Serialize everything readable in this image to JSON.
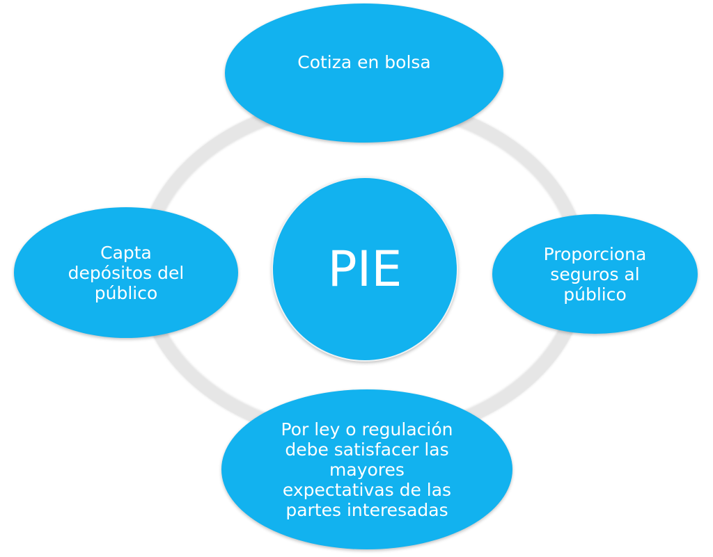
{
  "diagram": {
    "center": "PIE",
    "nodes": {
      "top": "Cotiza en bolsa",
      "right": "Proporciona\nseguros al\npúblico",
      "bottom": "Por ley o regulación\ndebe satisfacer las\nmayores\nexpectativas de las\npartes interesadas",
      "left": "Capta\ndepósitos del\npúblico"
    },
    "colors": {
      "node": "#12b2ef",
      "ring": "#e6e6e6",
      "text": "#ffffff"
    }
  }
}
